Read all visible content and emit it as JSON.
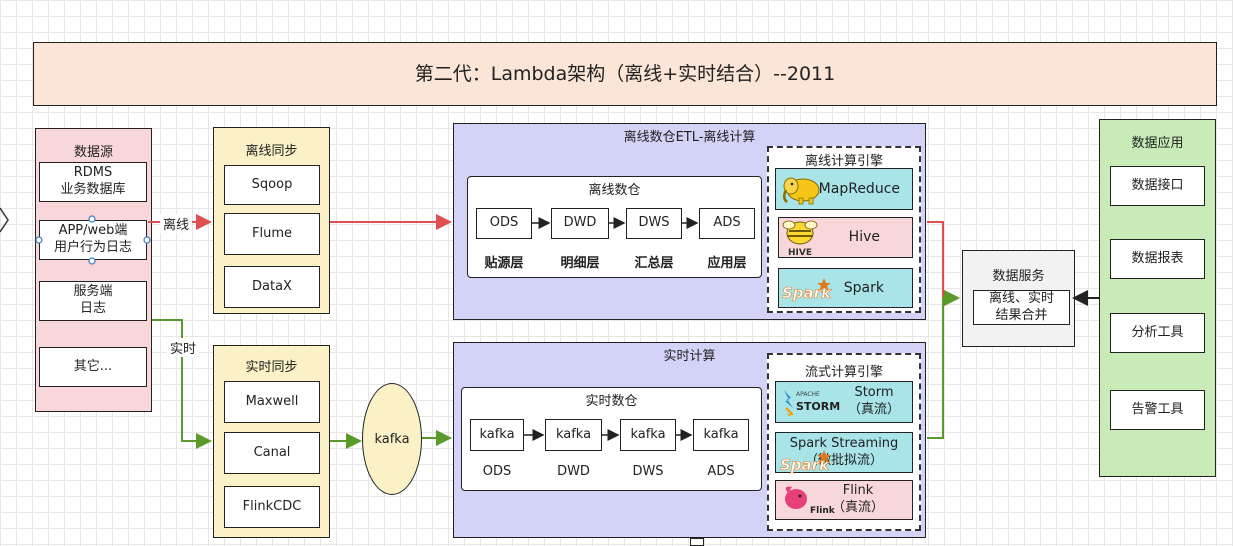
{
  "header": {
    "title": "第二代：Lambda架构（离线+实时结合）--2011"
  },
  "sources": {
    "title": "数据源",
    "items": [
      "RDMS\n业务数据库",
      "APP/web端\n用户行为日志",
      "服务端\n日志",
      "其它..."
    ]
  },
  "edge_labels": {
    "offline": "离线",
    "realtime": "实时"
  },
  "offline_sync": {
    "title": "离线同步",
    "items": [
      "Sqoop",
      "Flume",
      "DataX"
    ]
  },
  "realtime_sync": {
    "title": "实时同步",
    "items": [
      "Maxwell",
      "Canal",
      "FlinkCDC"
    ]
  },
  "kafka": {
    "label": "kafka"
  },
  "offline_etl": {
    "title": "离线数仓ETL-离线计算",
    "warehouse": {
      "title": "离线数仓",
      "layers": [
        "ODS",
        "DWD",
        "DWS",
        "ADS"
      ],
      "layer_names": [
        "贴源层",
        "明细层",
        "汇总层",
        "应用层"
      ]
    },
    "engine": {
      "title": "离线计算引擎",
      "items": [
        "MapReduce",
        "Hive",
        "Spark"
      ],
      "logo_text": [
        "",
        "HIVE",
        "Spark"
      ]
    }
  },
  "realtime_compute": {
    "title": "实时计算",
    "warehouse": {
      "title": "实时数仓",
      "layers": [
        "kafka",
        "kafka",
        "kafka",
        "kafka"
      ],
      "layer_names": [
        "ODS",
        "DWD",
        "DWS",
        "ADS"
      ]
    },
    "engine": {
      "title": "流式计算引擎",
      "items": [
        "Storm\n（真流）",
        "Spark Streaming\n（微批拟流）",
        "Flink\n（真流）"
      ],
      "logo_text": [
        "APACHE\nSTORM",
        "Spark",
        "Flink"
      ]
    }
  },
  "data_service": {
    "title": "数据服务",
    "item": "离线、实时\n结果合并"
  },
  "data_apps": {
    "title": "数据应用",
    "items": [
      "数据接口",
      "数据报表",
      "分析工具",
      "告警工具"
    ]
  },
  "colors": {
    "header_bg": "#fbe5d6",
    "source_bg": "#f8d7da",
    "sync_bg": "#fbf1c7",
    "compute_bg": "#d3d3f8",
    "engine_teal": "#a8e4e8",
    "engine_pink": "#f8d7da",
    "service_bg": "#f2f2f2",
    "apps_bg": "#c8ebb8",
    "red_arrow": "#e05050",
    "green_arrow": "#5a9a2a"
  }
}
